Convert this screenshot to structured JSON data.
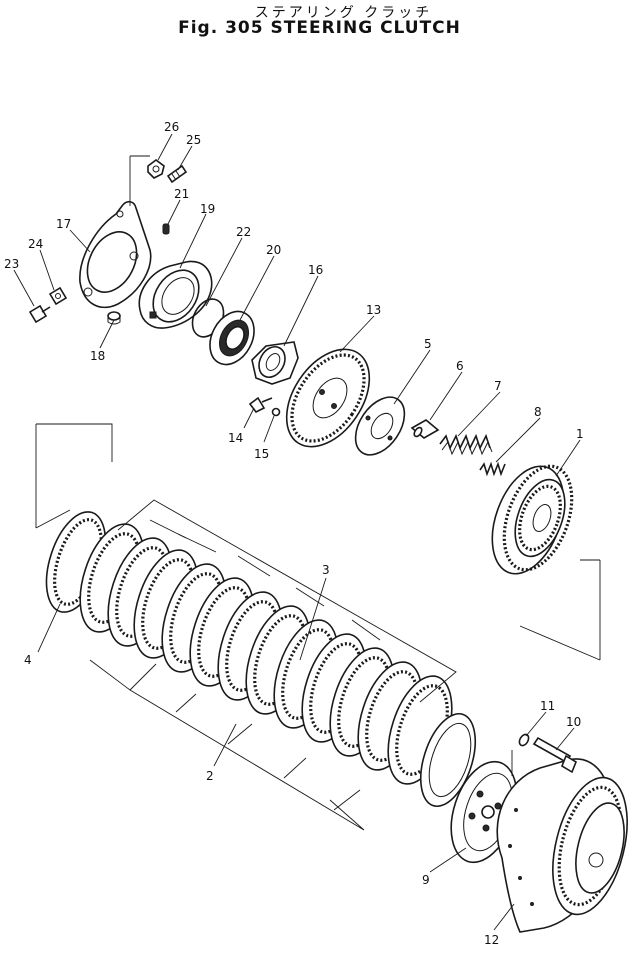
{
  "title": {
    "japanese": "ステアリング クラッチ",
    "english": "Fig. 305 STEERING CLUTCH"
  },
  "part_numbers": [
    "1",
    "2",
    "3",
    "4",
    "5",
    "6",
    "7",
    "8",
    "9",
    "10",
    "11",
    "12",
    "13",
    "14",
    "15",
    "16",
    "17",
    "18",
    "19",
    "20",
    "21",
    "22",
    "23",
    "24",
    "25",
    "26"
  ]
}
